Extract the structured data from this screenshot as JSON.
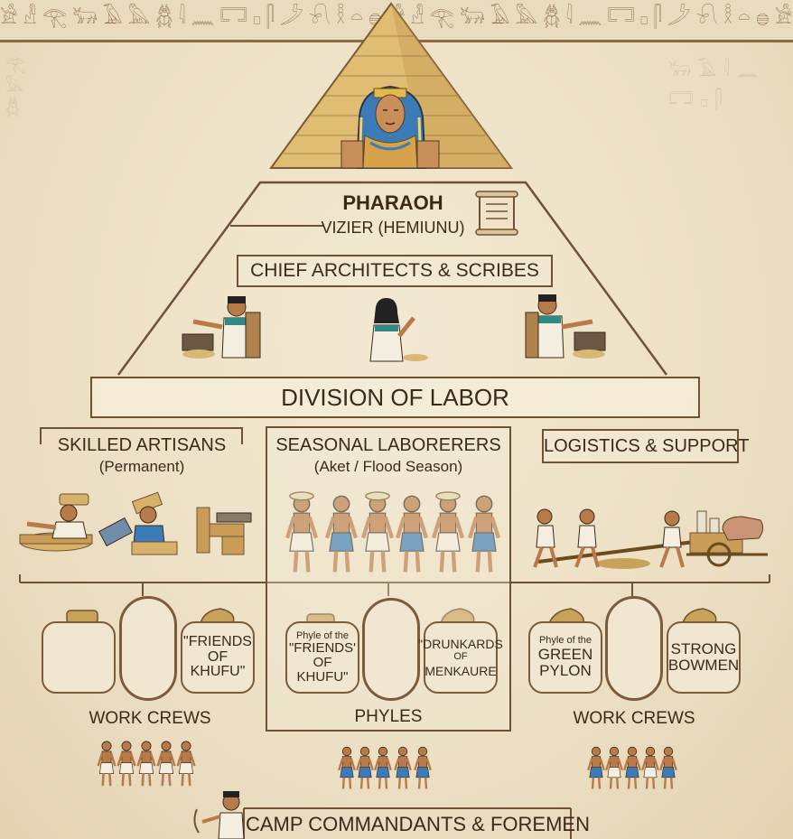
{
  "hierarchy": {
    "pharaoh": "PHARAOH",
    "vizier": "VIZIER (HEMIUNU)",
    "architects": "CHIEF ARCHITECTS & SCRIBES",
    "division": "DIVISION OF LABOR"
  },
  "branches": {
    "artisans": {
      "title": "SKILLED ARTISANS",
      "subtitle": "(Permanent)"
    },
    "laborers": {
      "title": "SEASONAL LABORERERS",
      "subtitle": "(Aket / Flood Season)"
    },
    "logistics": {
      "title": "LOGISTICS & SUPPORT"
    }
  },
  "crews": {
    "left": {
      "box_right": "\"FRIENDS OF KHUFU\"",
      "label": "WORK CREWS"
    },
    "center": {
      "box_left_small": "Phyle of the",
      "box_left_big": "\"FRIENDS' OF KHUFU\"",
      "box_right_big1": "\"DRUNKARDS",
      "box_right_small": "OF",
      "box_right_big2": "MENKAURE",
      "label": "PHYLES"
    },
    "right": {
      "box_left_small": "Phyle of the",
      "box_left_big": "GREEN PYLON",
      "box_right": "STRONG BOWMEN",
      "label": "WORK CREWS"
    }
  },
  "bottom": {
    "commandants": "CAMP COMMANDANTS & FOREMEN"
  },
  "colors": {
    "line": "#6e5233",
    "text": "#3b2a1a",
    "gold": "#d8b46a",
    "blue": "#3a7bb8"
  }
}
